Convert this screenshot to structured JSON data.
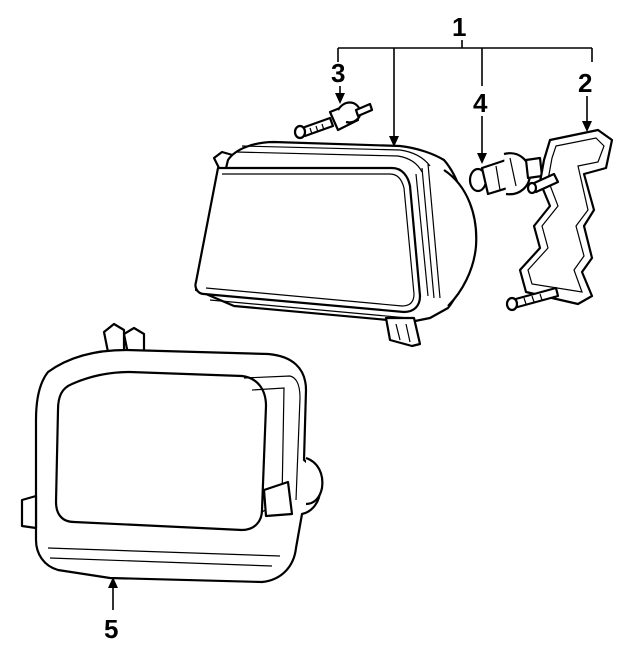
{
  "diagram": {
    "callouts": [
      {
        "id": "1",
        "label": "1"
      },
      {
        "id": "2",
        "label": "2"
      },
      {
        "id": "3",
        "label": "3"
      },
      {
        "id": "4",
        "label": "4"
      },
      {
        "id": "5",
        "label": "5"
      }
    ],
    "colors": {
      "ink": "#000000",
      "paper": "#ffffff"
    }
  }
}
